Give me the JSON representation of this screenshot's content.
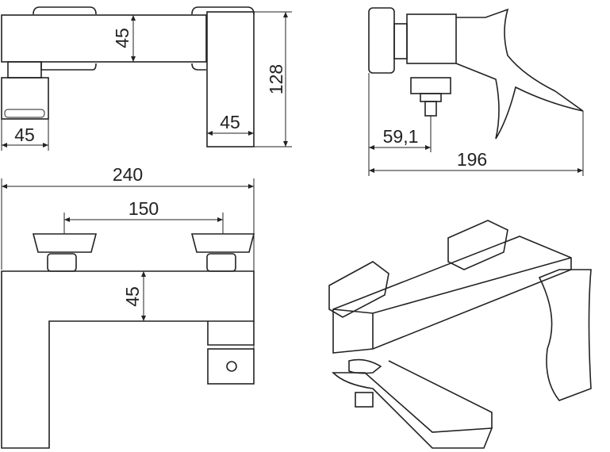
{
  "dimensions": {
    "top_depth": "45",
    "top_height": "128",
    "top_spout_width": "45",
    "top_knob_width": "45",
    "side_outlet": "59,1",
    "side_length": "196",
    "front_width": "240",
    "front_centers": "150",
    "front_depth": "45"
  }
}
